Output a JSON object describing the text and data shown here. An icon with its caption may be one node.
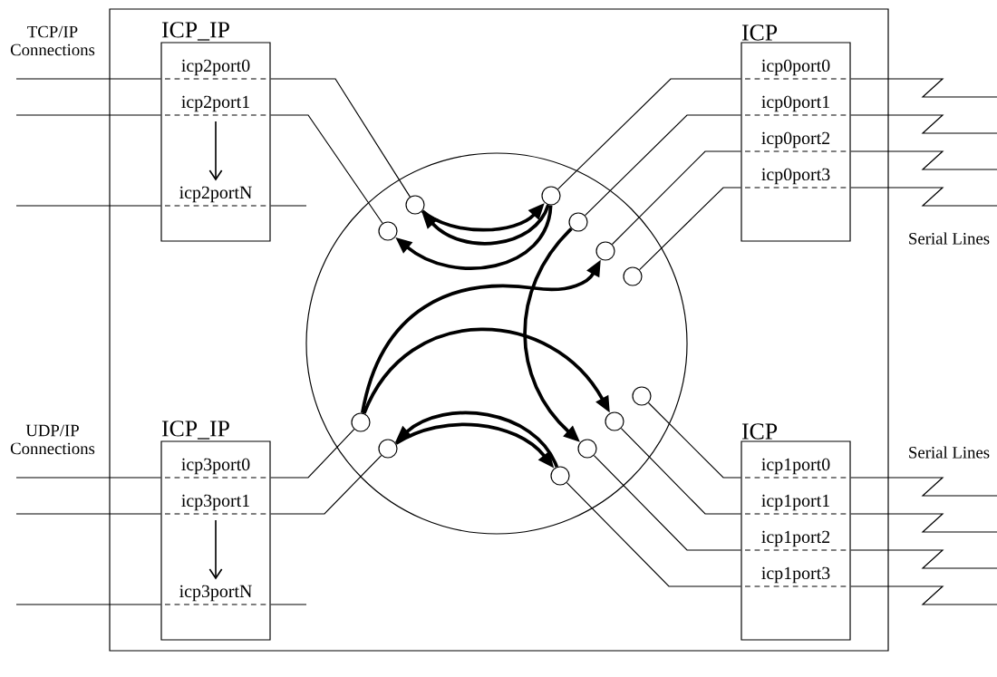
{
  "diagram": {
    "nodes": [
      {
        "text": [
          "ICP_IP"
        ]
      },
      {
        "text": [
          "icp2port0"
        ],
        "in": 0
      },
      {
        "text": [
          "icp2port1"
        ],
        "in": 0
      },
      {
        "text": [
          "icp2portN"
        ],
        "in": 0
      },
      {
        "text": [
          "ICP"
        ]
      },
      {
        "text": [
          "icp0port0"
        ],
        "in": 4
      },
      {
        "text": [
          "icp0port1"
        ],
        "in": 4
      },
      {
        "text": [
          "icp0port2"
        ],
        "in": 4
      },
      {
        "text": [
          "icp0port3"
        ],
        "in": 4
      },
      {
        "text": [],
        "shape": "circle"
      },
      {
        "text": [],
        "shape": "circle"
      },
      {
        "text": [],
        "shape": "circle"
      },
      {
        "text": [],
        "shape": "circle"
      },
      {
        "text": [],
        "shape": "circle"
      },
      {
        "text": [],
        "shape": "circle"
      },
      {
        "text": [],
        "shape": "circle"
      },
      {
        "text": [],
        "shape": "circle"
      },
      {
        "text": [],
        "shape": "circle"
      },
      {
        "text": [],
        "shape": "circle"
      },
      {
        "text": [],
        "shape": "circle"
      },
      {
        "text": [],
        "shape": "circle"
      },
      {
        "text": [
          "ICP_IP"
        ]
      },
      {
        "text": [
          "icp3port0"
        ],
        "in": 21
      },
      {
        "text": [
          "icp3port1"
        ],
        "in": 21
      },
      {
        "text": [
          "icp3portN"
        ],
        "in": 21
      },
      {
        "text": [
          "ICP"
        ]
      },
      {
        "text": [
          "icp1port0"
        ],
        "in": 25
      },
      {
        "text": [
          "icp1port1"
        ],
        "in": 25
      },
      {
        "text": [
          "icp1port2"
        ],
        "in": 25
      },
      {
        "text": [
          "icp1port3"
        ],
        "in": 25
      }
    ],
    "edges": [
      {
        "from": null,
        "to": 1,
        "arrow": "none"
      },
      {
        "from": null,
        "to": 2,
        "arrow": "none"
      },
      {
        "from": null,
        "to": 3,
        "arrow": "none"
      },
      {
        "from": 1,
        "to": 9,
        "arrow": "none"
      },
      {
        "from": 2,
        "to": 10,
        "arrow": "none"
      },
      {
        "from": 3,
        "to": null,
        "arrow": "none"
      },
      {
        "from": 2,
        "to": 3,
        "arrow": "to"
      },
      {
        "from": 5,
        "to": null,
        "arrow": "none"
      },
      {
        "from": 6,
        "to": null,
        "arrow": "none"
      },
      {
        "from": 7,
        "to": null,
        "arrow": "none"
      },
      {
        "from": 8,
        "to": null,
        "arrow": "none"
      },
      {
        "from": 5,
        "to": 11,
        "arrow": "none"
      },
      {
        "from": 6,
        "to": 12,
        "arrow": "none"
      },
      {
        "from": 7,
        "to": 13,
        "arrow": "none"
      },
      {
        "from": 8,
        "to": 14,
        "arrow": "none"
      },
      {
        "from": 9,
        "to": 11,
        "arrow": "to",
        "style": "thick"
      },
      {
        "from": 11,
        "to": 9,
        "arrow": "to",
        "style": "thick"
      },
      {
        "from": 11,
        "to": 10,
        "arrow": "to",
        "style": "thick"
      },
      {
        "from": 17,
        "to": 13,
        "arrow": "to",
        "style": "thick"
      },
      {
        "from": 17,
        "to": 16,
        "arrow": "to",
        "style": "thick"
      },
      {
        "from": 12,
        "to": 19,
        "arrow": "to",
        "style": "thick"
      },
      {
        "from": 18,
        "to": 20,
        "arrow": "to",
        "style": "thick"
      },
      {
        "from": 20,
        "to": 18,
        "arrow": "to",
        "style": "thick"
      },
      {
        "from": null,
        "to": 22,
        "arrow": "none"
      },
      {
        "from": null,
        "to": 23,
        "arrow": "none"
      },
      {
        "from": null,
        "to": 24,
        "arrow": "none"
      },
      {
        "from": 22,
        "to": 17,
        "arrow": "none"
      },
      {
        "from": 23,
        "to": 18,
        "arrow": "none"
      },
      {
        "from": 24,
        "to": null,
        "arrow": "none"
      },
      {
        "from": 23,
        "to": 24,
        "arrow": "to"
      },
      {
        "from": 26,
        "to": null,
        "arrow": "none"
      },
      {
        "from": 27,
        "to": null,
        "arrow": "none"
      },
      {
        "from": 28,
        "to": null,
        "arrow": "none"
      },
      {
        "from": 29,
        "to": null,
        "arrow": "none"
      },
      {
        "from": 26,
        "to": 15,
        "arrow": "none"
      },
      {
        "from": 27,
        "to": 16,
        "arrow": "none"
      },
      {
        "from": 28,
        "to": 19,
        "arrow": "none"
      },
      {
        "from": 29,
        "to": 20,
        "arrow": "none"
      }
    ],
    "labels": [
      "TCP/IP Connections",
      "Serial Lines",
      "UDP/IP Connections",
      "Serial Lines"
    ]
  }
}
